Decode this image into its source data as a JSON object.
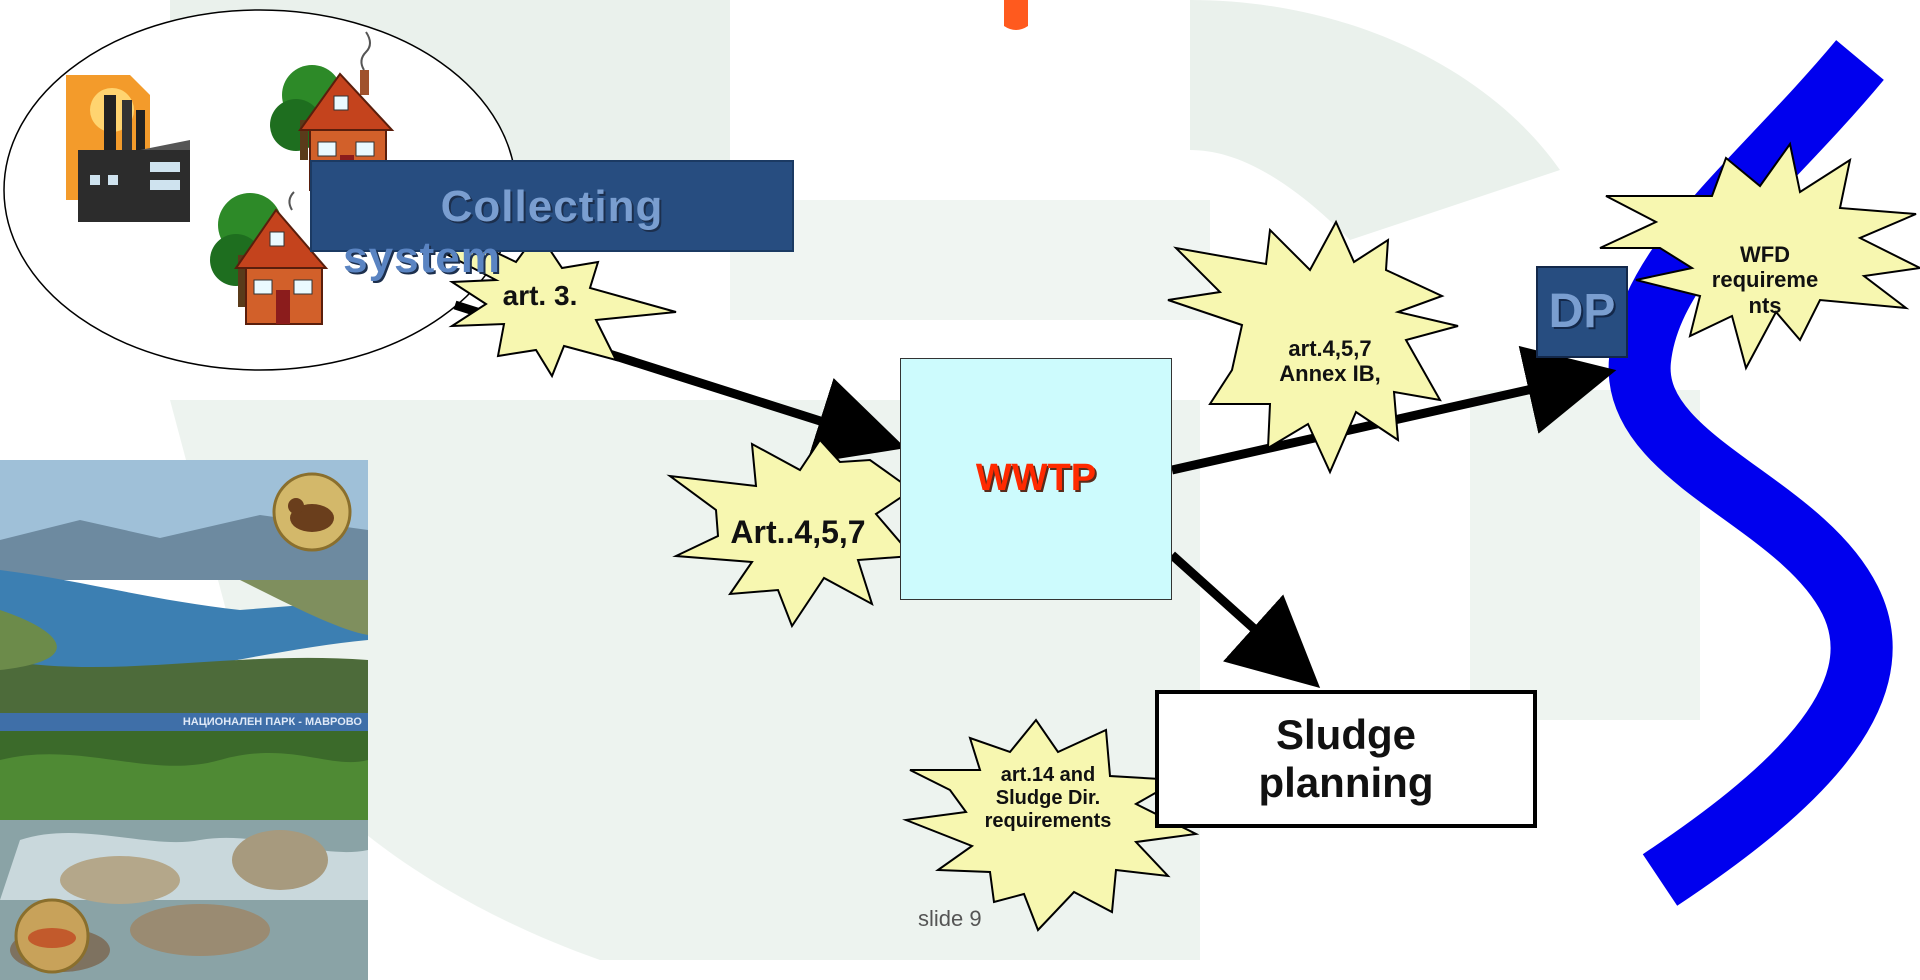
{
  "diagram": {
    "collecting_label": [
      "Collecting",
      "system"
    ],
    "wwtp_label": "WWTP",
    "sludge_label": [
      "Sludge",
      "planning"
    ],
    "dp_label": "DP",
    "bursts": {
      "art3": [
        "art. 3."
      ],
      "art457_left": [
        "Art..4,5,7"
      ],
      "art457_annex": [
        "art.4,5,7",
        "Annex IB,"
      ],
      "wfd": [
        "WFD",
        "requireme",
        "nts"
      ],
      "art14": [
        "art.14 and",
        "Sludge Dir.",
        "requirements"
      ]
    },
    "photo_caption": "НАЦИОНАЛЕН ПАРК - МАВРОВО"
  },
  "footer": {
    "slide_number": "slide 9"
  },
  "colors": {
    "river": "#0000ee",
    "burst_fill": "#f7f7b0",
    "navy_box": "#274d80",
    "wwtp_fill": "#cdfbfd",
    "wwtp_text": "#ff2a00",
    "watermark": "#eaf1ec",
    "orange_mark": "#ff5a1e"
  },
  "icons": [
    "factory-icon",
    "house-icon",
    "bear-icon",
    "fish-icon"
  ]
}
